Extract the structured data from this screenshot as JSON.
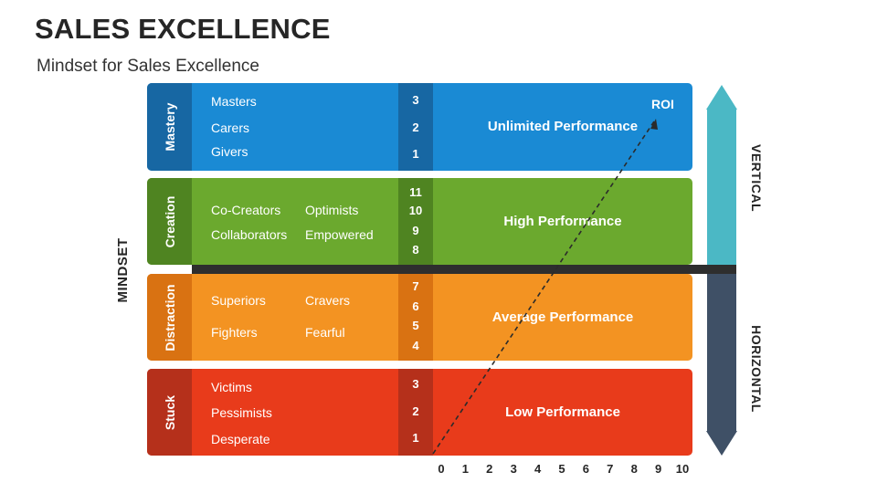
{
  "title": "SALES EXCELLENCE",
  "subtitle": "Mindset for Sales Excellence",
  "mindset_label": "MINDSET",
  "vertical_label": "VERTICAL",
  "horizontal_label": "HORIZONTAL",
  "roi_label": "ROI",
  "colors": {
    "mastery": "#1a8ad4",
    "mastery_dark": "#1767a3",
    "creation": "#6ba92e",
    "creation_dark": "#4f8421",
    "distraction": "#f39322",
    "distraction_dark": "#d97212",
    "stuck": "#e83b1b",
    "stuck_dark": "#b5301b",
    "vertical_arrow": "#4bb8c5",
    "horizontal_arrow": "#3f5066",
    "divider": "#2e2e2e"
  },
  "bands": [
    {
      "name": "Mastery",
      "col1": [
        "Masters",
        "Carers",
        "Givers"
      ],
      "col2": [],
      "numbers": [
        "3",
        "2",
        "1"
      ],
      "performance": "Unlimited Performance"
    },
    {
      "name": "Creation",
      "col1": [
        "Co-Creators",
        "Collaborators"
      ],
      "col2": [
        "Optimists",
        "Empowered"
      ],
      "numbers": [
        "11",
        "10",
        "9",
        "8"
      ],
      "performance": "High Performance"
    },
    {
      "name": "Distraction",
      "col1": [
        "Superiors",
        "Fighters"
      ],
      "col2": [
        "Cravers",
        "Fearful"
      ],
      "numbers": [
        "7",
        "6",
        "5",
        "4"
      ],
      "performance": "Average Performance"
    },
    {
      "name": "Stuck",
      "col1": [
        "Victims",
        "Pessimists",
        "Desperate"
      ],
      "col2": [],
      "numbers": [
        "3",
        "2",
        "1"
      ],
      "performance": "Low Performance"
    }
  ],
  "x_axis_ticks": [
    "0",
    "1",
    "2",
    "3",
    "4",
    "5",
    "6",
    "7",
    "8",
    "9",
    "10"
  ]
}
